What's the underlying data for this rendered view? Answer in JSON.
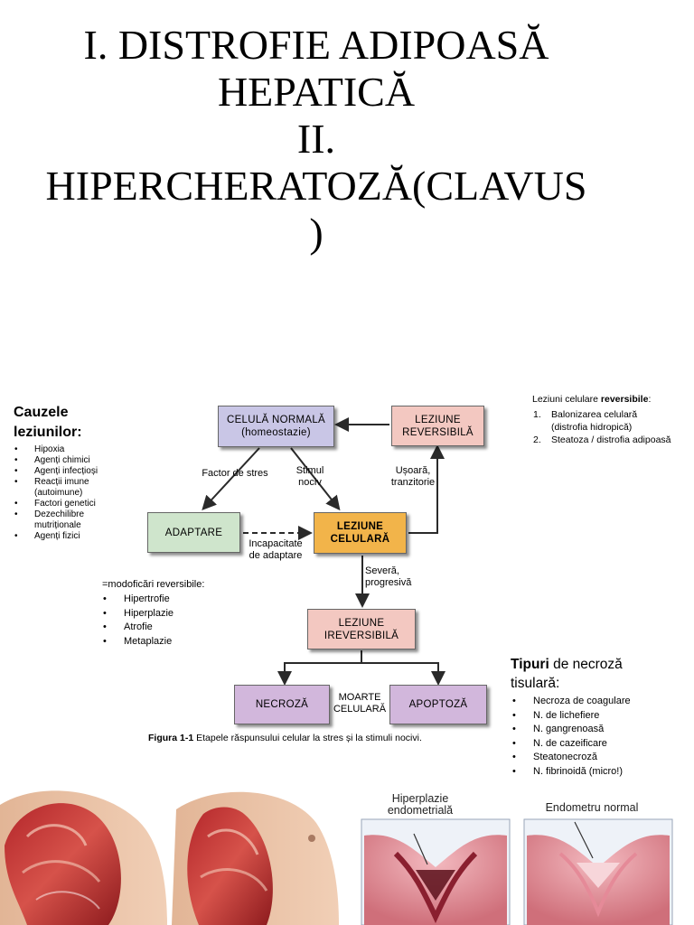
{
  "title_lines": [
    "I. DISTROFIE ADIPOASĂ",
    "HEPATICĂ",
    "II.",
    "HIPERCHERATOZĂ(CLAVUS",
    ")"
  ],
  "causes": {
    "heading_1": "Cauzele",
    "heading_2": "leziunilor:",
    "items": [
      "Hipoxia",
      "Agenți chimici",
      "Agenți infecțioși",
      "Reacții imune",
      "(autoimune)",
      "Factori genetici",
      "Dezechilibre",
      "mutriționale",
      "Agenți fizici"
    ]
  },
  "reversible": {
    "heading_prefix": "Leziuni celulare ",
    "heading_bold": "reversibile",
    "heading_suffix": ":",
    "items": [
      {
        "num": "1.",
        "lines": [
          "Balonizarea celulară",
          "(distrofia hidropică)"
        ]
      },
      {
        "num": "2.",
        "lines": [
          "Steatoza / distrofia adipoasă"
        ]
      }
    ]
  },
  "adaptations": {
    "heading": "=modoficări reversibile:",
    "items": [
      "Hipertrofie",
      "Hiperplazie",
      "Atrofie",
      "Metaplazie"
    ]
  },
  "necrosis": {
    "heading_bold": "Tipuri",
    "heading_rest": " de necroză",
    "heading_line2": "tisulară:",
    "items": [
      "Necroza de coagulare",
      "N. de lichefiere",
      "N. gangrenoasă",
      "N. de cazeificare",
      "Steatonecroză",
      "N. fibrinoidă (micro!)"
    ]
  },
  "diagram": {
    "boxes": {
      "normal": [
        "CELULĂ NORMALĂ",
        "(homeostazie)"
      ],
      "reversible": [
        "LEZIUNE",
        "REVERSIBILĂ"
      ],
      "adaptare": [
        "ADAPTARE"
      ],
      "leziune": [
        "LEZIUNE",
        "CELULARĂ"
      ],
      "ireversibila": [
        "LEZIUNE",
        "IREVERSIBILĂ"
      ],
      "necroza": [
        "NECROZĂ"
      ],
      "apoptoza": [
        "APOPTOZĂ"
      ]
    },
    "labels": {
      "factor": "Factor de stres",
      "stimul": [
        "Stimul",
        "nociv"
      ],
      "usoara": [
        "Ușoară,",
        "tranzitorie"
      ],
      "incapacitate": [
        "Incapacitate",
        "de adaptare"
      ],
      "severa": [
        "Severă,",
        "progresivă"
      ],
      "moarte": [
        "MOARTE",
        "CELULARĂ"
      ]
    },
    "caption_bold": "Figura 1-1",
    "caption_text": " Etapele răspunsului celular la stres și la stimuli nocivi.",
    "colors": {
      "normal": "#c9c6e6",
      "reversible": "#f3c8c1",
      "adaptare": "#cfe5cc",
      "leziune": "#f2b44a",
      "ireversibila": "#f3c8c1",
      "necroza": "#d2b7dc",
      "apoptoza": "#d2b7dc"
    }
  },
  "illustrations": {
    "left_icon": "muscle-hypertrophy-illustration",
    "right_icon": "endometrium-illustration",
    "label_hyperplasia": [
      "Hiperplazie",
      "endometrială"
    ],
    "label_normal": "Endometru normal"
  }
}
